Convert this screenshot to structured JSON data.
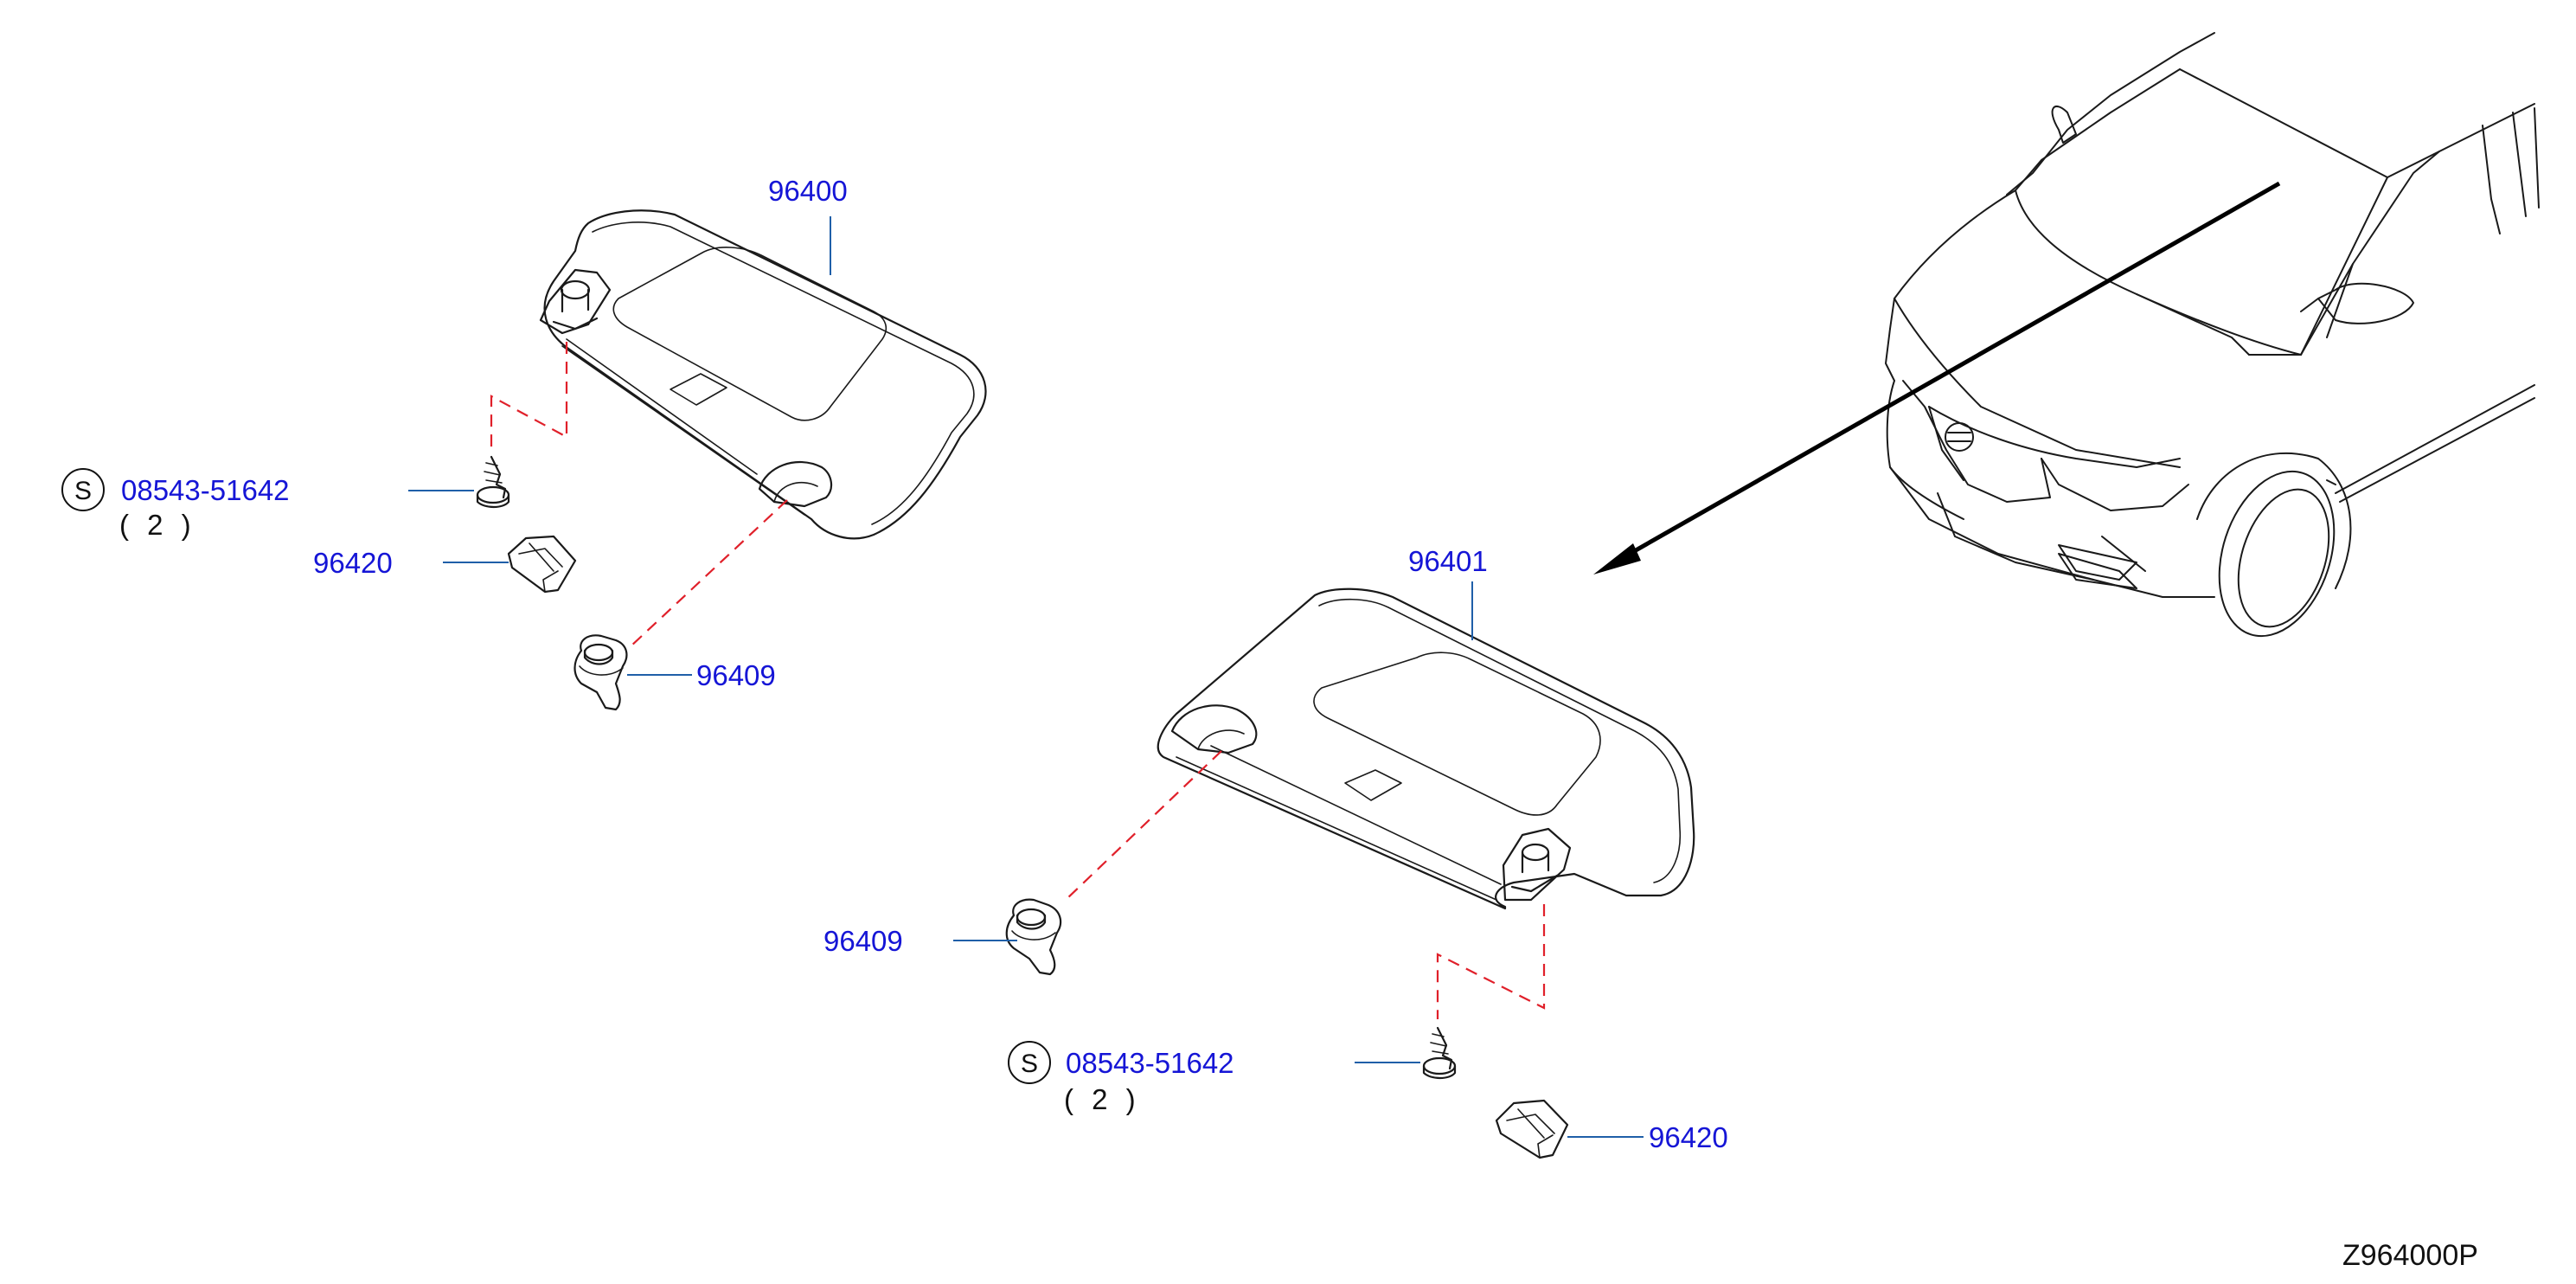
{
  "parts": {
    "visor_left": "96400",
    "visor_right": "96401",
    "holder_left": "96409",
    "holder_right": "96409",
    "cover_left": "96420",
    "cover_right": "96420",
    "screw_left": {
      "symbol": "S",
      "number": "08543-51642",
      "qty": "( 2 )"
    },
    "screw_right": {
      "symbol": "S",
      "number": "08543-51642",
      "qty": "( 2 )"
    }
  },
  "illustration_code": "Z964000P"
}
